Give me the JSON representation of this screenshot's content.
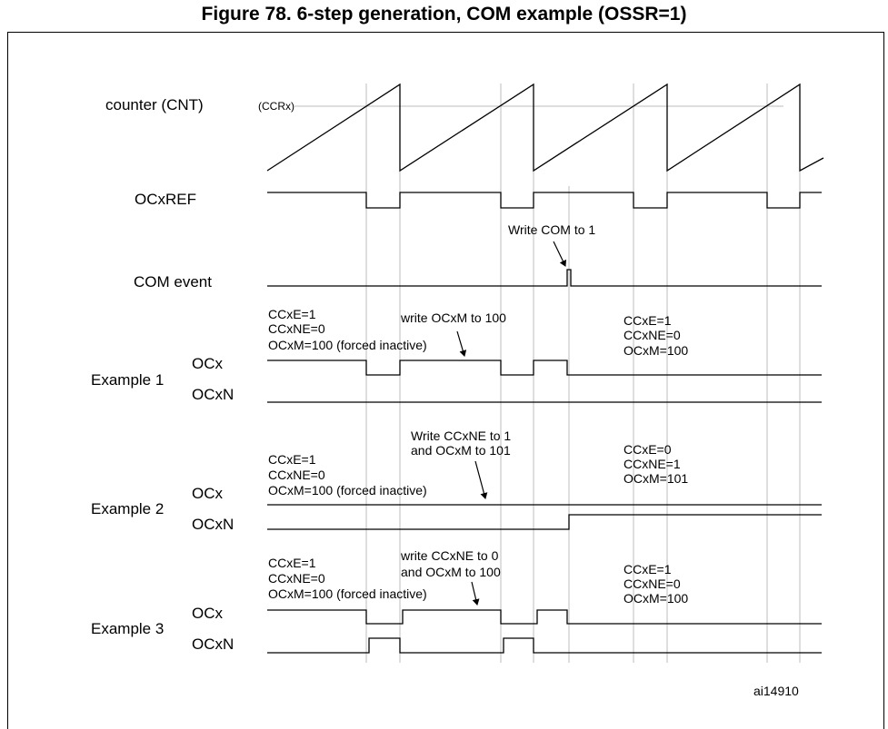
{
  "title": "Figure 78. 6-step generation, COM example (OSSR=1)",
  "signals": {
    "counter": "counter (CNT)",
    "ccr": "(CCRx)",
    "ocxref": "OCxREF",
    "com_event": "COM event",
    "ocx": "OCx",
    "ocxn": "OCxN"
  },
  "annotations": {
    "write_com": "Write COM to 1",
    "ex1_write": "write OCxM to 100",
    "ex2_write": [
      "Write CCxNE to 1",
      "and OCxM to 101"
    ],
    "ex3_write": [
      "write CCxNE to 0",
      "and OCxM to 100"
    ]
  },
  "examples": [
    {
      "label": "Example 1",
      "before": [
        "CCxE=1",
        "CCxNE=0",
        "OCxM=100 (forced inactive)"
      ],
      "after": [
        "CCxE=1",
        "CCxNE=0",
        "OCxM=100"
      ]
    },
    {
      "label": "Example 2",
      "before": [
        "CCxE=1",
        "CCxNE=0",
        "OCxM=100 (forced inactive)"
      ],
      "after": [
        "CCxE=0",
        "CCxNE=1",
        "OCxM=101"
      ]
    },
    {
      "label": "Example 3",
      "before": [
        "CCxE=1",
        "CCxNE=0",
        "OCxM=100 (forced inactive)"
      ],
      "after": [
        "CCxE=1",
        "CCxNE=0",
        "OCxM=100"
      ]
    }
  ],
  "figure_id": "ai14910"
}
